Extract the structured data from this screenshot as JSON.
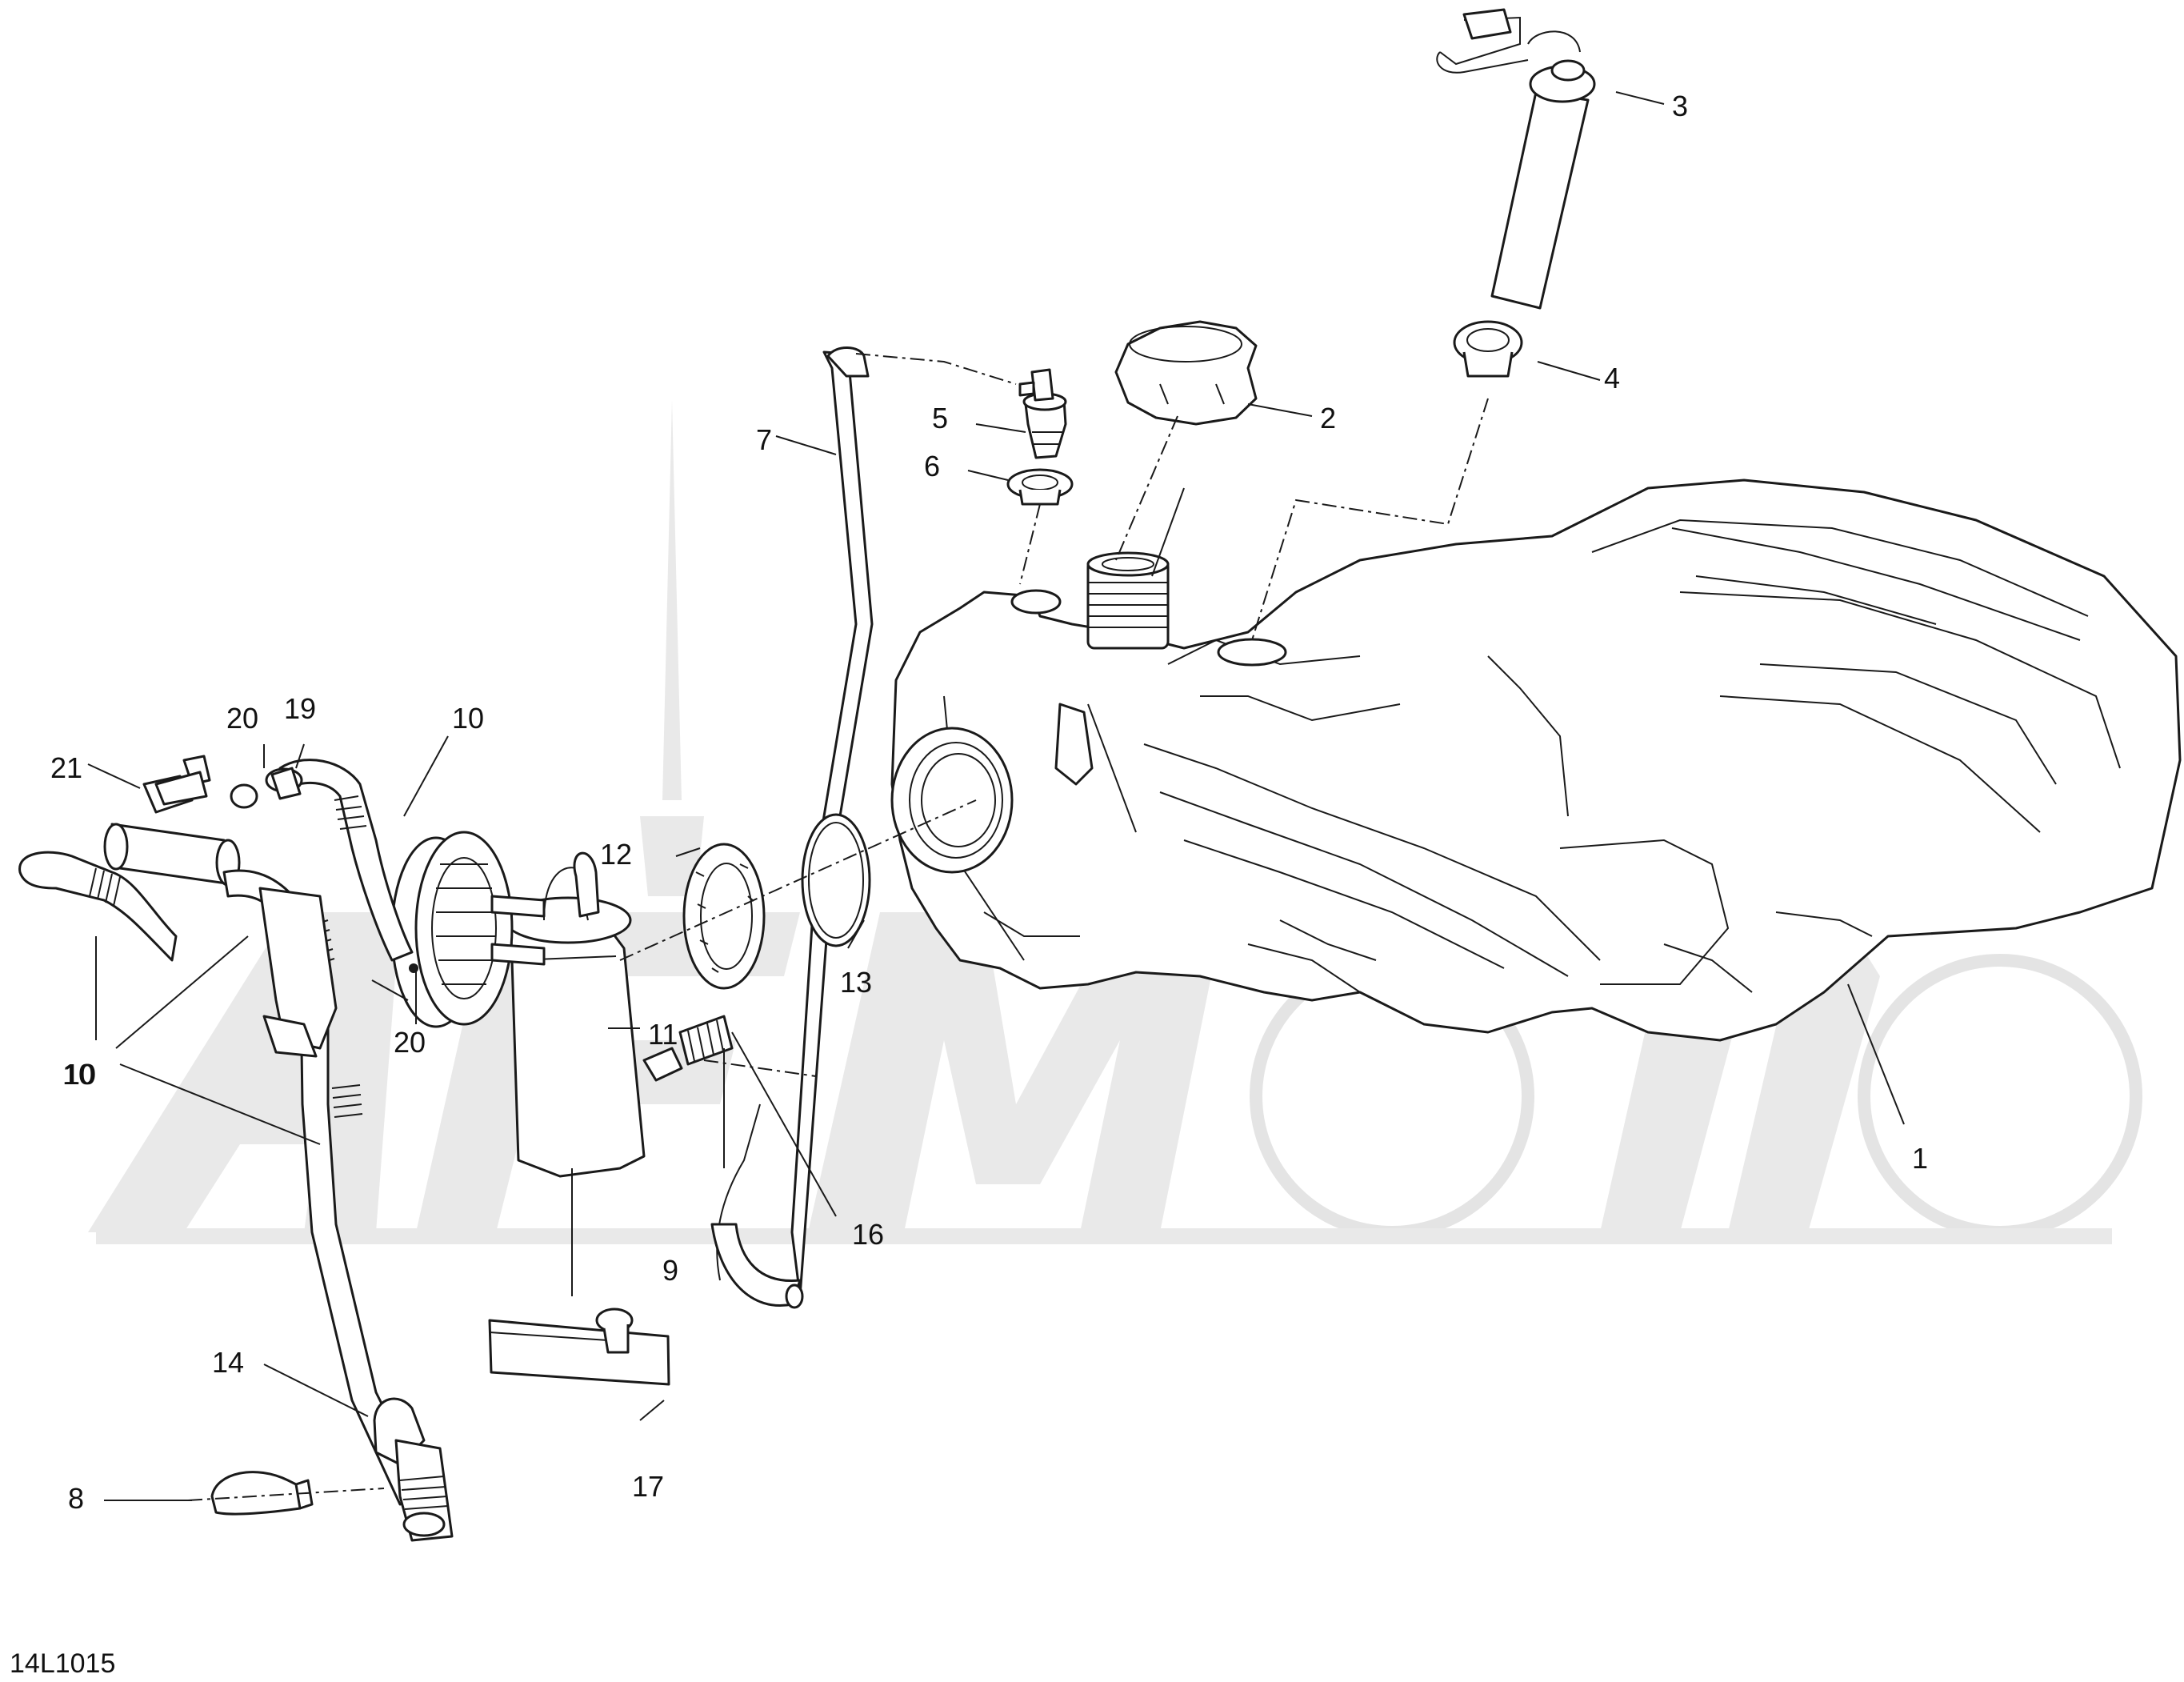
{
  "diagram_code": "14L1015",
  "watermark_text": "",
  "callouts": [
    {
      "id": "1",
      "label": "1"
    },
    {
      "id": "2",
      "label": "2"
    },
    {
      "id": "3",
      "label": "3"
    },
    {
      "id": "4",
      "label": "4"
    },
    {
      "id": "5",
      "label": "5"
    },
    {
      "id": "6",
      "label": "6"
    },
    {
      "id": "7",
      "label": "7"
    },
    {
      "id": "8",
      "label": "8"
    },
    {
      "id": "9",
      "label": "9"
    },
    {
      "id": "10a",
      "label": "10"
    },
    {
      "id": "10b",
      "label": "10"
    },
    {
      "id": "10c",
      "label": "10"
    },
    {
      "id": "11",
      "label": "11"
    },
    {
      "id": "12",
      "label": "12"
    },
    {
      "id": "13",
      "label": "13"
    },
    {
      "id": "14",
      "label": "14"
    },
    {
      "id": "16",
      "label": "16"
    },
    {
      "id": "17",
      "label": "17"
    },
    {
      "id": "19",
      "label": "19"
    },
    {
      "id": "20a",
      "label": "20"
    },
    {
      "id": "20b",
      "label": "20"
    },
    {
      "id": "21",
      "label": "21"
    }
  ],
  "colors": {
    "line": "#1a1a1a",
    "watermark": "#e9e9e9",
    "background": "#ffffff"
  }
}
